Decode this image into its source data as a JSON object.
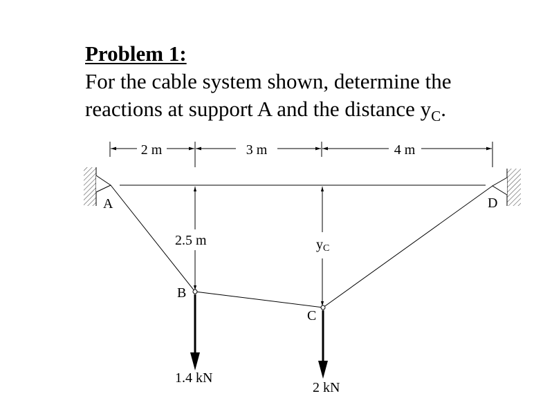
{
  "problem": {
    "heading": "Problem 1:",
    "line1": "For the cable system shown, determine the",
    "line2": "reactions at support A and the distance y",
    "line2_sub": "C",
    "line2_end": "."
  },
  "diagram": {
    "dimensions": {
      "ab": "2 m",
      "bc": "3 m",
      "cd": "4 m"
    },
    "labels": {
      "point_a": "A",
      "point_b": "B",
      "point_c": "C",
      "point_d": "D",
      "sag_b": "2.5 m",
      "sag_c_main": "y",
      "sag_c_sub": "C"
    },
    "loads": {
      "load_b": "1.4 kN",
      "load_c": "2 kN"
    }
  }
}
